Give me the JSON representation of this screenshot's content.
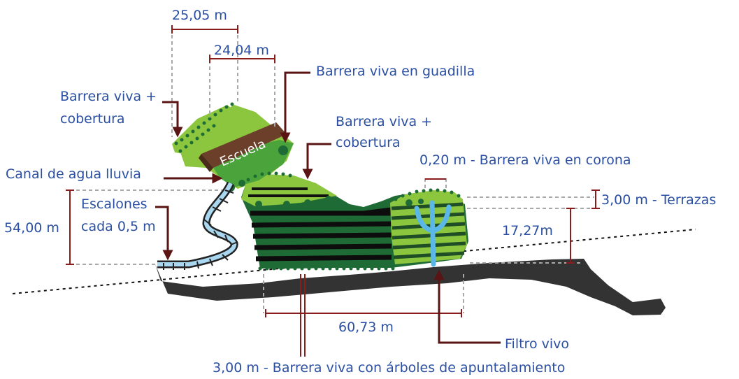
{
  "labels": {
    "width_top": "25,05 m",
    "width_inner": "24,04 m",
    "barrier_cover_left_1": "Barrera viva +",
    "barrier_cover_left_2": "cobertura",
    "barrier_gully": "Barrera viva en guadilla",
    "barrier_cover_mid_1": "Barrera viva +",
    "barrier_cover_mid_2": "cobertura",
    "crown_barrier": "0,20 m - Barrera viva en corona",
    "rain_channel": "Canal de agua lluvia",
    "terraces": "3,00 m - Terrazas",
    "steps_1": "Escalones",
    "steps_2": "cada 0,5 m",
    "height_left": "54,00 m",
    "height_right": "17,27m",
    "length_base": "60,73 m",
    "live_filter": "Filtro vivo",
    "tree_barrier": "3,00 m -  Barrera viva con árboles de apuntalamiento",
    "school": "Escuela"
  },
  "colors": {
    "label_text": "#2b4fa2",
    "dimension_line": "#8a1c1c",
    "arrow": "#5a1414",
    "ground": "#333333",
    "dark_green": "#1f6b35",
    "light_green": "#8cc63f",
    "mid_green": "#4aa43b",
    "school_brown": "#6b3f2a",
    "water": "#5bb8e6"
  }
}
